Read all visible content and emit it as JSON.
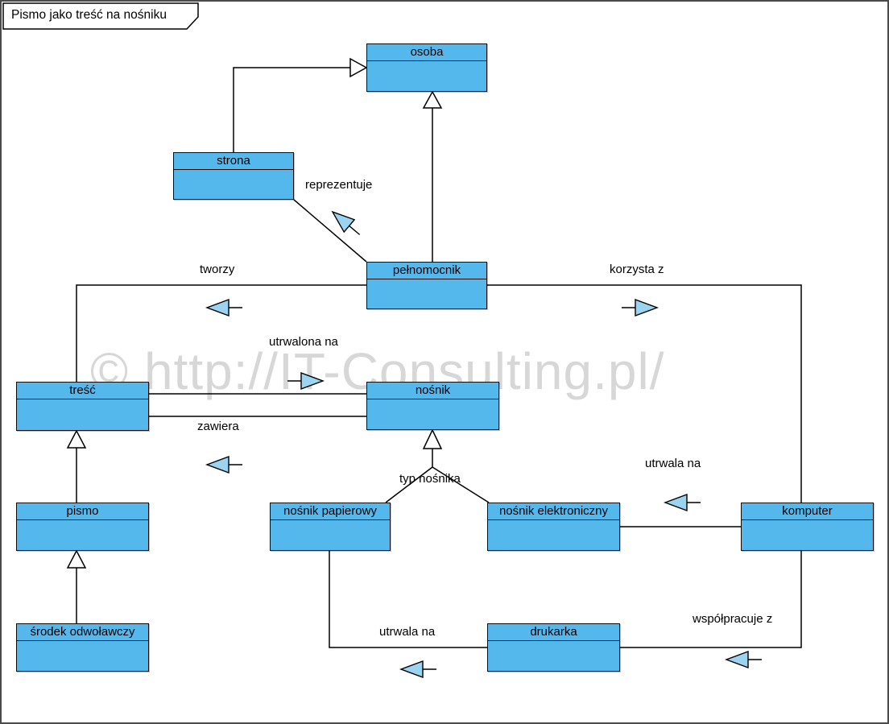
{
  "frame": {
    "title": "Pismo jako treść na nośniku"
  },
  "watermark": {
    "text": "© http://IT-Consulting.pl/"
  },
  "colors": {
    "class_fill": "#55b8ec",
    "class_border": "#0d0d0d",
    "direction_arrow_fill": "#9bd4f0",
    "generalization_arrow_fill": "#ffffff",
    "line": "#000000",
    "watermark_text": "#d7d7d7",
    "background": "#ffffff"
  },
  "classes": {
    "osoba": {
      "label": "osoba"
    },
    "strona": {
      "label": "strona"
    },
    "pelnomocnik": {
      "label": "pełnomocnik"
    },
    "tresc": {
      "label": "treść"
    },
    "nosnik": {
      "label": "nośnik"
    },
    "pismo": {
      "label": "pismo"
    },
    "srodek_odwolawczy": {
      "label": "środek odwoławczy"
    },
    "nosnik_papierowy": {
      "label": "nośnik papierowy"
    },
    "nosnik_elektroniczny": {
      "label": "nośnik elektroniczny"
    },
    "komputer": {
      "label": "komputer"
    },
    "drukarka": {
      "label": "drukarka"
    }
  },
  "associations": {
    "reprezentuje": {
      "label": "reprezentuje"
    },
    "tworzy": {
      "label": "tworzy"
    },
    "korzysta_z": {
      "label": "korzysta z"
    },
    "utrwalona_na": {
      "label": "utrwalona na"
    },
    "zawiera": {
      "label": "zawiera"
    },
    "typ_nosnika": {
      "label": "typ nośnika"
    },
    "utrwala_na_komputer": {
      "label": "utrwala na"
    },
    "utrwala_na_drukarka": {
      "label": "utrwala na"
    },
    "wspolpracuje_z": {
      "label": "współpracuje z"
    }
  }
}
